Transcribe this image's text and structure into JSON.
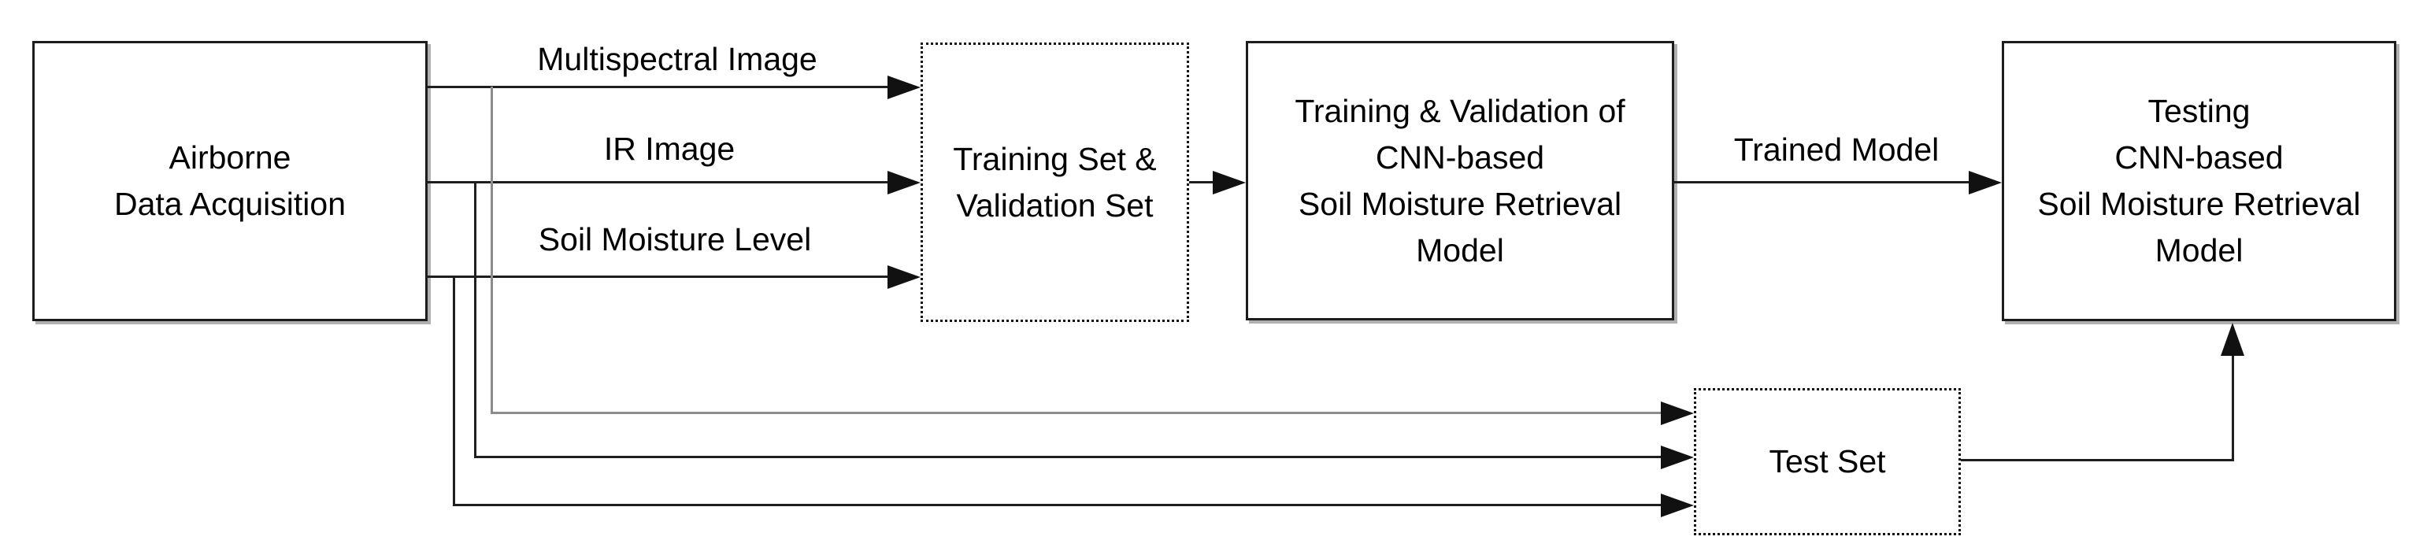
{
  "nodes": {
    "airborne": {
      "lines": [
        "Airborne",
        "Data Acquisition"
      ]
    },
    "train_val_set": {
      "lines": [
        "Training Set &",
        "Validation Set"
      ]
    },
    "train_val_model": {
      "lines": [
        "Training & Validation of",
        "CNN-based",
        "Soil Moisture Retrieval",
        "Model"
      ]
    },
    "testing_model": {
      "lines": [
        "Testing",
        "CNN-based",
        "Soil Moisture Retrieval",
        "Model"
      ]
    },
    "test_set": {
      "lines": [
        "Test Set"
      ]
    }
  },
  "edge_labels": {
    "multispectral": "Multispectral Image",
    "ir": "IR Image",
    "soil": "Soil Moisture Level",
    "trained_model": "Trained Model"
  },
  "colors": {
    "background": "#ffffff",
    "text": "#000000",
    "line": "#1f1f1f",
    "gray_line": "#8c8c8c",
    "shadow": "#b0b0b0"
  }
}
